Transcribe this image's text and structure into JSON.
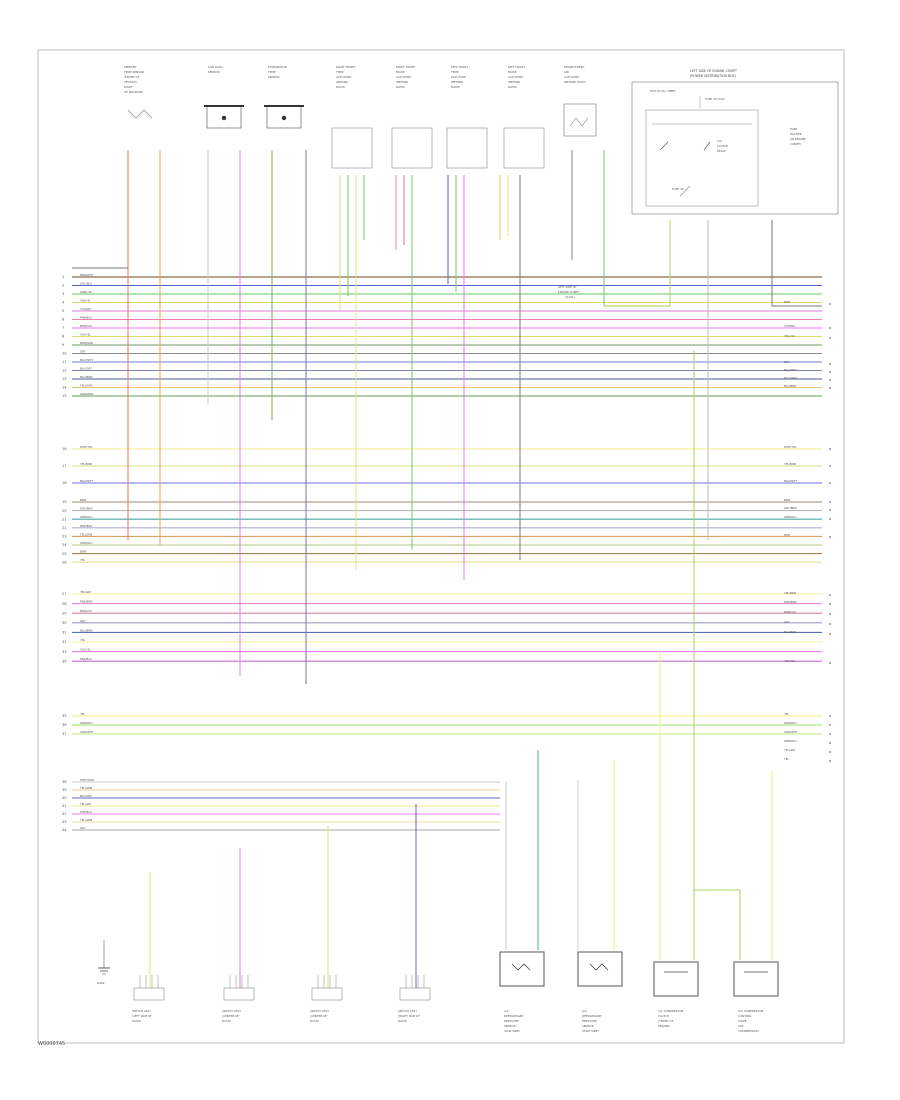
{
  "diagram_code": "W0000745",
  "top_components": [
    {
      "id": "ambient-sensor",
      "lines": [
        "AMBIENT",
        "TEMP SENSOR",
        "(FRONT OF",
        "VEHICLE)",
        "RIGHT",
        "OF RADIATOR"
      ]
    },
    {
      "id": "sun-sensor",
      "lines": [
        "SUN LOAD",
        "SENSOR"
      ]
    },
    {
      "id": "evap-sensor",
      "lines": [
        "EVAPORATOR",
        "TEMP",
        "SENSOR"
      ]
    },
    {
      "id": "rf-temp-actuator",
      "lines": [
        "RIGHT FRONT",
        "TEMP",
        "ACTUATOR",
        "(BEHIND",
        "DASH)"
      ]
    },
    {
      "id": "rf-mode-actuator",
      "lines": [
        "RIGHT FRONT",
        "MODE",
        "ACTUATOR",
        "(BEHIND",
        "DASH)"
      ]
    },
    {
      "id": "lf-temp-actuator",
      "lines": [
        "LEFT FRONT",
        "TEMP",
        "ACTUATOR",
        "(BEHIND",
        "DASH)"
      ]
    },
    {
      "id": "lf-mode-actuator",
      "lines": [
        "LEFT FRONT",
        "MODE",
        "ACTUATOR",
        "(BEHIND",
        "DASH)"
      ]
    },
    {
      "id": "recirc-actuator",
      "lines": [
        "RECIRC/FRESH",
        "AIR",
        "ACTUATOR",
        "(BEHIND DASH)"
      ]
    }
  ],
  "panel_box": {
    "title_lines": [
      "LEFT SIDE OF ENGINE COMPT",
      "(POWER DISTRIBUTION BOX)"
    ],
    "inner_lines": [
      "HOT AT ALL TIMES",
      "FUSE 40 (10A)"
    ],
    "relay_lines": [
      "A/C",
      "CLUTCH",
      "RELAY"
    ],
    "right_lines": [
      "FUSE",
      "HOLDER",
      "(IN ENGINE",
      "COMPT)"
    ],
    "fuse_label": "FUSE 40"
  },
  "ground_labels": {
    "left": "G402",
    "mid": [
      "LEFT SIDE OF",
      "ENGINE COMPT",
      "(G101)"
    ]
  },
  "bottom_components": [
    {
      "id": "switch-1",
      "lines": [
        "SWITCH ASSY",
        "(LEFT SIDE OF",
        "DASH)"
      ]
    },
    {
      "id": "switch-2",
      "lines": [
        "SWITCH ASSY",
        "(CENTER OF",
        "DASH)"
      ]
    },
    {
      "id": "switch-3",
      "lines": [
        "SWITCH ASSY",
        "(CENTER OF",
        "DASH)"
      ]
    },
    {
      "id": "switch-4",
      "lines": [
        "SWITCH ASSY",
        "(RIGHT SIDE OF",
        "DASH)"
      ]
    },
    {
      "id": "ref-sensor-low",
      "lines": [
        "A/C",
        "REFRIGERANT",
        "PRESSURE",
        "SENSOR",
        "(LOW SIDE)"
      ]
    },
    {
      "id": "ref-sensor-high",
      "lines": [
        "A/C",
        "REFRIGERANT",
        "PRESSURE",
        "SENSOR",
        "(HIGH SIDE)"
      ]
    },
    {
      "id": "compressor-clutch",
      "lines": [
        "A/C COMPRESSOR",
        "CLUTCH",
        "(FRONT OF",
        "ENGINE)"
      ]
    },
    {
      "id": "compressor-valve",
      "lines": [
        "A/C COMPRESSOR",
        "CONTROL",
        "VALVE",
        "(ON",
        "COMPRESSOR)"
      ]
    }
  ],
  "wires_left": [
    {
      "pin": "1",
      "label": "BRN/WHT",
      "color": "#6b4a2a"
    },
    {
      "pin": "2",
      "label": "GRY/BLU",
      "color": "#5561c9"
    },
    {
      "pin": "3",
      "label": "GRN/YEL",
      "color": "#6cc860"
    },
    {
      "pin": "4",
      "label": "VIO/YEL",
      "color": "#d8d86c"
    },
    {
      "pin": "5",
      "label": "VIO/GRY",
      "color": "#e07ae0"
    },
    {
      "pin": "6",
      "label": "PNK/BLU",
      "color": "#f57ab0"
    },
    {
      "pin": "7",
      "label": "BRN/VIO",
      "color": "#ec76ec"
    },
    {
      "pin": "8",
      "label": "VIO/YEL",
      "color": "#dede60"
    },
    {
      "pin": "9",
      "label": "BRN/GRN",
      "color": "#6f9a5f"
    },
    {
      "pin": "10",
      "label": "GRY",
      "color": "#8a8a8a"
    },
    {
      "pin": "11",
      "label": "BLU/WHT",
      "color": "#6f7ccf"
    },
    {
      "pin": "12",
      "label": "BLU/GRY",
      "color": "#7d84b8"
    },
    {
      "pin": "13",
      "label": "BLU/BRN",
      "color": "#4b5b9f"
    },
    {
      "pin": "14",
      "label": "YEL/GRN",
      "color": "#f0c070"
    },
    {
      "pin": "15",
      "label": "GRN/BRN",
      "color": "#5f9f4a"
    }
  ],
  "wires_group2": [
    {
      "pin": "16",
      "label": "WHT/YEL",
      "color": "#f2ee8a"
    },
    {
      "pin": "17",
      "label": "YEL/BRN",
      "color": "#dcdc88"
    },
    {
      "pin": "18",
      "label": "BLU/WHT",
      "color": "#6e6ef2"
    }
  ],
  "wires_group3": [
    {
      "pin": "19",
      "label": "BRN",
      "color": "#9c8a72"
    },
    {
      "pin": "20",
      "label": "GRY/BRN",
      "color": "#b8b8b8"
    },
    {
      "pin": "21",
      "label": "GRN/BLU",
      "color": "#4aa8a8"
    },
    {
      "pin": "22",
      "label": "RED/BLU",
      "color": "#b0b0d8"
    },
    {
      "pin": "23",
      "label": "YEL/GRN",
      "color": "#e0a060"
    },
    {
      "pin": "24",
      "label": "ORN/BLU",
      "color": "#b0c880"
    },
    {
      "pin": "25",
      "label": "BRN",
      "color": "#a08050"
    },
    {
      "pin": "26",
      "label": "YEL",
      "color": "#e9e39a"
    }
  ],
  "wires_group4": [
    {
      "pin": "27",
      "label": "YEL/GRY",
      "color": "#f4f092"
    },
    {
      "pin": "28",
      "label": "PNK/BRN",
      "color": "#f08ad0"
    },
    {
      "pin": "29",
      "label": "BRN/VIO",
      "color": "#d480a0"
    },
    {
      "pin": "30",
      "label": "GRY",
      "color": "#9a9ac8"
    },
    {
      "pin": "31",
      "label": "BLU/BRN",
      "color": "#5b70b8"
    },
    {
      "pin": "32",
      "label": "YEL",
      "color": "#f6f29a"
    },
    {
      "pin": "33",
      "label": "VIO/YEL",
      "color": "#ee7cee"
    },
    {
      "pin": "34",
      "label": "PNK/BLU",
      "color": "#c36ad0"
    }
  ],
  "wires_group5": [
    {
      "pin": "35",
      "label": "YEL",
      "color": "#f1ef7a"
    },
    {
      "pin": "36",
      "label": "GRN/BLU",
      "color": "#9be46a"
    },
    {
      "pin": "37",
      "label": "GRN/WHT",
      "color": "#bce87a"
    }
  ],
  "wires_group6": [
    {
      "pin": "38",
      "label": "WHT/GRN",
      "color": "#c8c8c8"
    },
    {
      "pin": "39",
      "label": "YEL/GRN",
      "color": "#f0c890"
    },
    {
      "pin": "40",
      "label": "BLU/GRY",
      "color": "#6a6ac0"
    },
    {
      "pin": "41",
      "label": "YEL/GRY",
      "color": "#eeea80"
    },
    {
      "pin": "42",
      "label": "PNK/BLU",
      "color": "#ec7cec"
    },
    {
      "pin": "43",
      "label": "YEL/GRN",
      "color": "#e8e0a0"
    },
    {
      "pin": "44",
      "label": "GRY",
      "color": "#aaaaaa"
    }
  ],
  "right_labels": [
    "BRN",
    "VIO/BLU",
    "YEL/VIO",
    "GRY",
    "BLU/WHT",
    "BLU/GRN",
    "BLU/BRN",
    "WHT/YEL",
    "YEL/BRN",
    "BLU/WHT",
    "BRN",
    "GRY/BRN",
    "GRN/BLU",
    "RED",
    "YEL/BRN",
    "PNK/BRN",
    "BRN/VIO",
    "GRY",
    "BLU/BRN",
    "YEL/VIO",
    "YEL",
    "GRN/BLU",
    "GRN/WHT",
    "GRN/BLU",
    "YEL/GRY",
    "YEL"
  ]
}
